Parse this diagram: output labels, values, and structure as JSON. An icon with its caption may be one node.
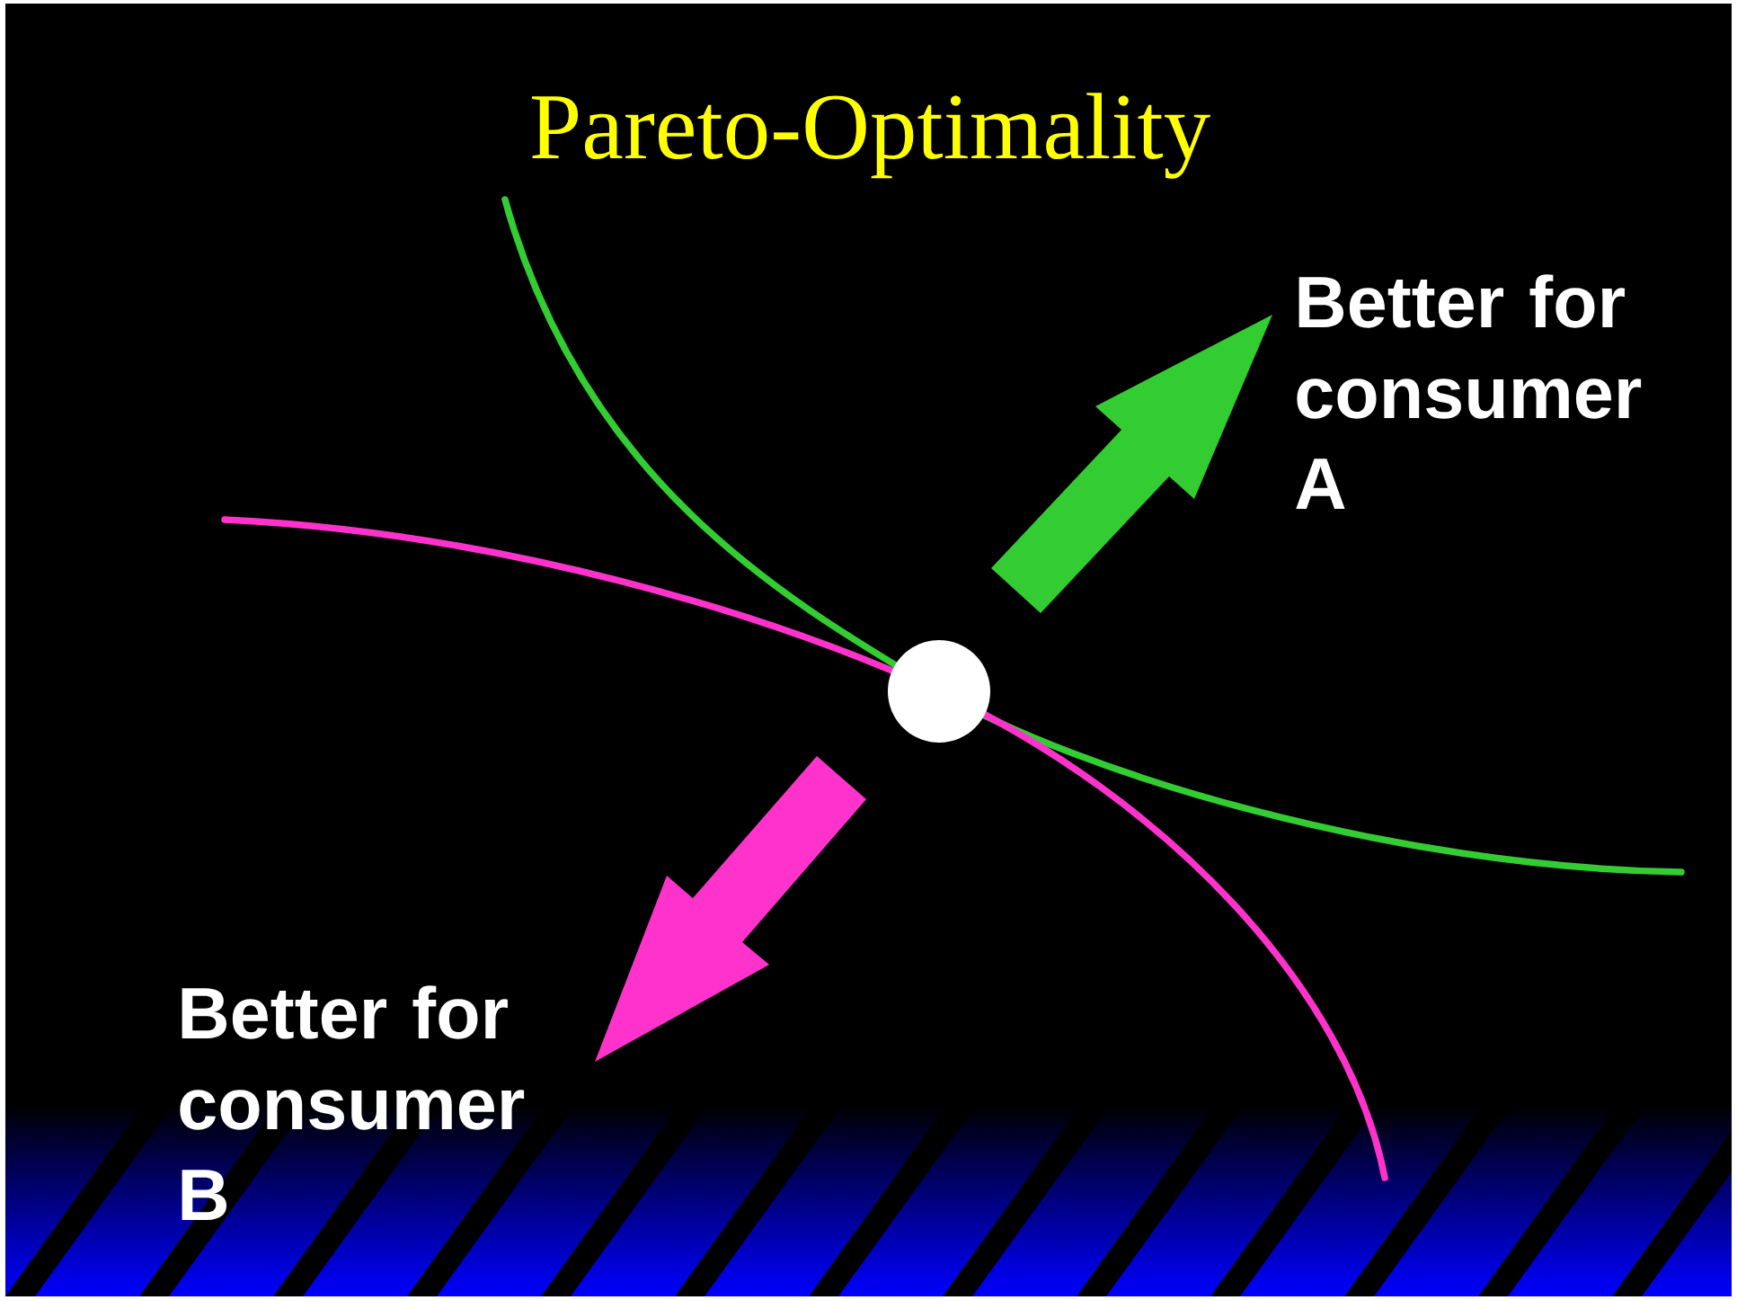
{
  "diagram": {
    "title": "Pareto-Optimality",
    "nodes": [
      {
        "text": [],
        "shape": "circle"
      }
    ],
    "labels": [
      "Better for consumer A",
      "Better for consumer B"
    ]
  }
}
